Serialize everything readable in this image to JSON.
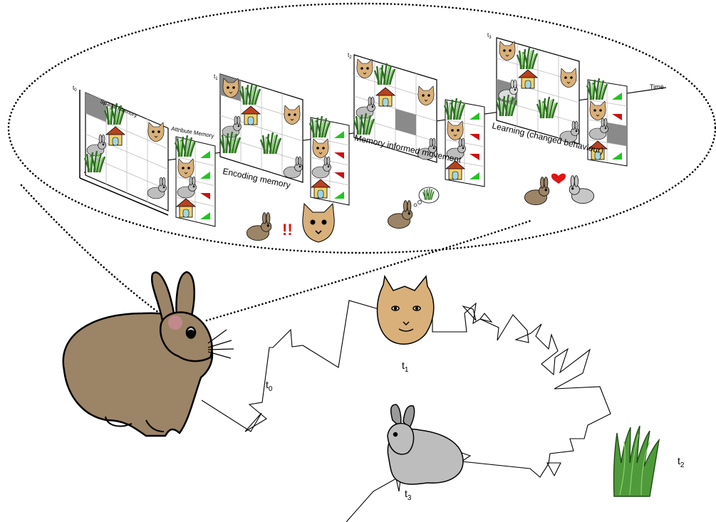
{
  "labels": {
    "spatial_memory": "Spatial Memory",
    "attribute_memory": "Attribute Memory",
    "time": "Time",
    "encoding": "Encoding memory",
    "memory_movement": "Memory informed movement",
    "learning": "Learning (changed behaviour)",
    "alert": "!!"
  },
  "panel_times": [
    "t",
    "t",
    "t",
    "t"
  ],
  "panel_time_subs": [
    "0",
    "1",
    "2",
    "3"
  ],
  "path_times": {
    "t0": {
      "base": "t",
      "sub": "0"
    },
    "t1": {
      "base": "t",
      "sub": "1"
    },
    "t2": {
      "base": "t",
      "sub": "2"
    },
    "t3": {
      "base": "t",
      "sub": "3"
    }
  },
  "colors": {
    "hare_brown": "#9c8466",
    "hare_grey": "#bdbdbd",
    "lynx": "#d9b07a",
    "grass": "#4f9a3a",
    "arrow_up": "#22c422",
    "arrow_down": "#cc1111",
    "heart": "#e01515",
    "alert": "#dd1111",
    "house_roof": "#b8421f",
    "house_wall": "#f2d26a",
    "door": "#9fd6e6",
    "cell_dark": "#8a8a8a"
  },
  "icons": [
    "hare",
    "lynx",
    "grass",
    "house",
    "heart",
    "thought-bubble"
  ]
}
